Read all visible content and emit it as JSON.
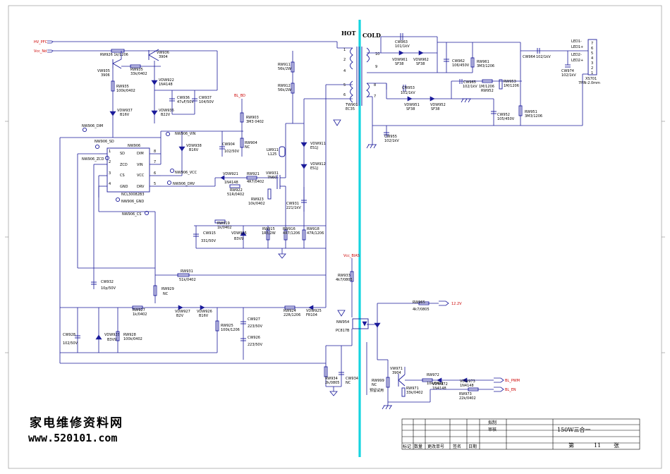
{
  "header": {
    "hot": "HOT",
    "cold": "COLD"
  },
  "nets": {
    "hv_pfc": "HV_PFC",
    "vcc_nd": "Vcc_Nd",
    "bl_bd": "BL_BD",
    "vcc_bias": "Vcc_BIAS",
    "v12": "12.2V",
    "bl_pwm": "BL_PWM",
    "bl_en": "BL_EN"
  },
  "ic": {
    "ref": "NW906",
    "part": "NCL30082B3",
    "pins_left": [
      "SD",
      "ZCD",
      "CS",
      "GND"
    ],
    "pins_right": [
      "DIM",
      "VIN",
      "VCC",
      "DRV"
    ],
    "nums_left": [
      "1",
      "2",
      "3",
      "4"
    ],
    "nums_right": [
      "8",
      "7",
      "6",
      "5"
    ]
  },
  "testpoints": [
    "NW906_DIM",
    "NW906_SD",
    "NW906_ZCD",
    "NW906_VIN",
    "NW906_VCC",
    "NW906_DRV",
    "NW906_GND",
    "NW906_CS"
  ],
  "components": {
    "rw926": "RW926 1k/1206",
    "vw936": "VW936",
    "vw936v": "3904",
    "vw935": "VW935",
    "vw935v": "3906",
    "rw935a": "RW935",
    "rw935av": "33k/0402",
    "rw935": "RW935",
    "rw935v": "100k/0402",
    "vdw922": "VDW922",
    "vdw922v": "1N4148",
    "vdw937": "VDW937",
    "vdw937v": "B16V",
    "cw936": "CW936",
    "cw936v": "47uF/50V",
    "cw937": "CW937",
    "cw937v": "104/50V",
    "vdw936": "VDW936",
    "vdw936v": "B22V",
    "vdw938": "VDW938",
    "vdw938v": "B16V",
    "cw904": "CW904",
    "cw904v": "102/50V",
    "rw904": "RW904",
    "rw904v": "NC",
    "rw903": "RW903",
    "rw903v": "3M3 0402",
    "rw911": "RW911",
    "rw911v": "56k/2W",
    "rw912": "RW912",
    "rw912v": "56k/2W",
    "lw911": "LW911",
    "lw911v": "L125",
    "vdw911": "VDW911",
    "vdw911v": "ES1J",
    "vdw912": "VDW912",
    "vdw912v": "ES1J",
    "tw901": "TW901",
    "tw901v": "EC35",
    "vdw921": "VDW921",
    "vdw921v": "1N4148",
    "rw921": "RW921",
    "rw921v": "4R7/0402",
    "rw922": "RW922",
    "rw922v": "51R/0402",
    "vw931": "VW931",
    "vw931v": "7N60",
    "rw923": "RW923",
    "rw923v": "10k/0402",
    "cw931": "CW931",
    "cw931v": "221/1kV",
    "rw919": "RW919",
    "rw919v": "1k/0402",
    "cw915": "CW915",
    "cw915v": "331/50V",
    "vdw915": "VDW915",
    "vdw915v": "B3V9",
    "rw915": "RW915",
    "rw915v": "1R5/2W",
    "rw916": "RW916",
    "rw916v": "4R7/1206",
    "rw918": "RW918",
    "rw918v": "47R/1206",
    "rw931": "RW931",
    "rw931v": "51k/0402",
    "cw932": "CW932",
    "cw932v": "10p/50V",
    "rw929": "RW929",
    "rw929v": "NC",
    "rw927": "RW927",
    "rw927v": "1k/0402",
    "vdw927": "VDW927",
    "vdw927v": "B2V",
    "vdw926": "VDW926",
    "vdw926v": "B16V",
    "rw925": "RW925",
    "rw925v": "100k/1206",
    "cw927": "CW927",
    "cw927v": "223/50V",
    "cw926": "CW926",
    "cw926v": "223/50V",
    "rw924": "RW924",
    "rw924v": "22R/1206",
    "vdw925": "VDW925",
    "vdw925v": "FR104",
    "cw928": "CW928",
    "cw928v": "102/50V",
    "vdw928": "VDW928",
    "vdw928v": "B3V9",
    "rw928": "RW928",
    "rw928v": "100k/0402",
    "rw933": "RW933",
    "rw933v": "4k7/0805",
    "nw954": "NW954",
    "nw954v": "PC817B",
    "rw934": "RW934",
    "rw934v": "2k/0805",
    "cw934": "CW934",
    "cw934v": "NC",
    "cw963": "CW963",
    "cw963v": "101/1kV",
    "vdw961": "VDW961",
    "vdw961v": "SF38",
    "vdw962": "VDW962",
    "vdw962v": "SF38",
    "cw962": "CW962",
    "cw962v": "106/450V",
    "rw961a": "RW961",
    "rw961av": "3M3/1206",
    "cw964": "CW964",
    "cw964v": "102/1kV",
    "cw974": "CW974",
    "cw974v": "102/1kV",
    "xs701": "XS701",
    "xs701v": "7PIN-2.0mm",
    "cw953": "CW953",
    "cw953v": "101/1kV",
    "vdw951": "VDW951",
    "vdw951v": "SF38",
    "vdw952": "VDW952",
    "vdw952v": "SF38",
    "cw965": "CW965",
    "cw965v": "102/1kV",
    "rw952": "RW952",
    "rw952v": "1M/1206",
    "rw953": "RW953",
    "rw953v": "1M/1206",
    "cw952": "CW952",
    "cw952v": "105/450V",
    "rw951": "RW951",
    "rw951v": "3M3/1206",
    "cw955": "CW955",
    "cw955v": "102/1kV",
    "rw965": "RW965",
    "rw965v": "4k7/0805",
    "vw971": "VW971",
    "vw971v": "3904",
    "rw999": "RW999",
    "rw999v": "NC",
    "rw999n": "预留试用",
    "rw972": "RW972",
    "rw972v": "10k/0402",
    "vdw972": "VDW972",
    "vdw972v": "1N4148",
    "vdw973": "VDW973",
    "vdw973v": "1N4148",
    "rw971": "RW971",
    "rw971v": "33k/0402",
    "rw973": "RW973",
    "rw973v": "22k/0402"
  },
  "connector_pins": [
    "LED1-",
    "LED1+",
    "LED2-",
    "LED2+"
  ],
  "title_block": {
    "draw": "拟制",
    "review": "审核",
    "title": "150W三合一",
    "sheet_prefix": "第",
    "sheet": "11",
    "sheet_suffix": "张",
    "headers": [
      "标记",
      "数量",
      "更改单号",
      "签名",
      "日期"
    ]
  },
  "watermark": {
    "brand": "家电维修资料网",
    "url": "www.520101.com"
  },
  "colors": {
    "wire": "#1a1a9a",
    "isolation": "#14d4e0",
    "net_label": "#cc0000"
  }
}
